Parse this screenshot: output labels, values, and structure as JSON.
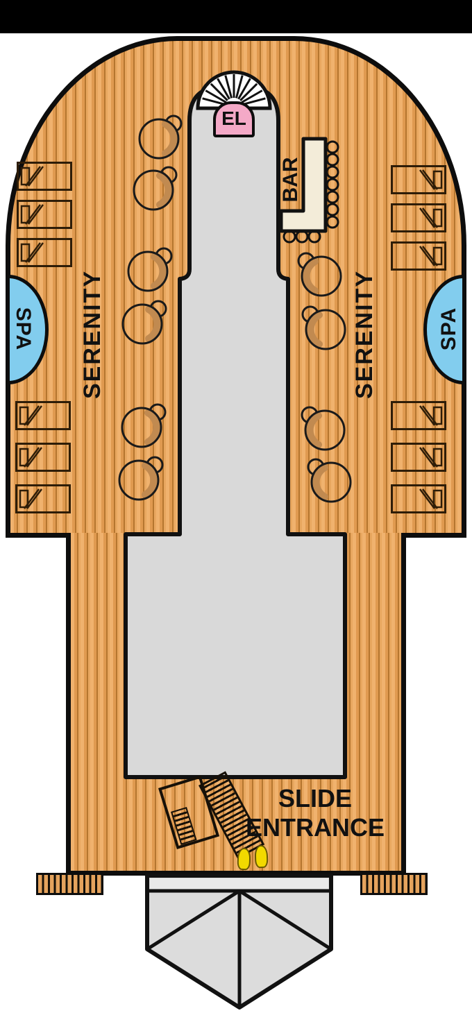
{
  "labels": {
    "elevator": "EL",
    "bar": "BAR",
    "spa_port": "SPA",
    "spa_starboard": "SPA",
    "serenity_port": "SERENITY",
    "serenity_starboard": "SERENITY",
    "slide_line1": "SLIDE",
    "slide_line2": "ENTRANCE"
  },
  "colors": {
    "deck_wood": "#E8A75F",
    "interior_gray": "#D9D9D9",
    "spa_blue": "#82CDEE",
    "elevator_pink": "#F4A9C7",
    "bar_counter_cream": "#F3ECD9",
    "footprints_yellow": "#F2D900",
    "outline_black": "#111111"
  },
  "icons": {
    "fan-stairs-icon": "semicircular staircase with radiating steps",
    "lounge-chair-icon": "sun lounger seen from above",
    "round-chair-icon": "round chair with small side table",
    "bar-stool-icon": "small round bar stool",
    "stairs-hatch-icon": "hatched staircase to water slide",
    "footprints-icon": "pair of yellow footprints",
    "bow-icon": "ship bow facets",
    "sponson-icon": "hatched side deck strip"
  }
}
